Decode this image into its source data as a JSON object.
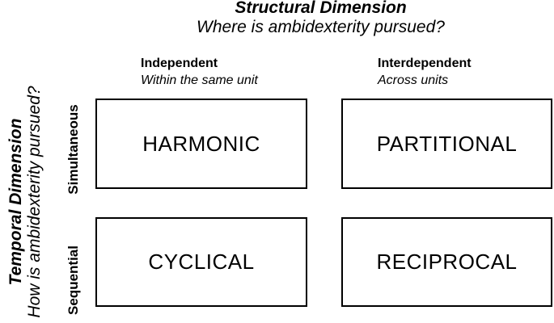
{
  "page": {
    "background_color": "#ffffff",
    "text_color": "#000000"
  },
  "top_axis": {
    "title": "Structural Dimension",
    "question": "Where is ambidexterity pursued?"
  },
  "left_axis": {
    "title": "Temporal Dimension",
    "question": "How is ambidexterity pursued?"
  },
  "columns": [
    {
      "label": "Independent",
      "sublabel": "Within the same unit"
    },
    {
      "label": "Interdependent",
      "sublabel": "Across units"
    }
  ],
  "rows": [
    {
      "label": "Simultaneous"
    },
    {
      "label": "Sequential"
    }
  ],
  "cells": [
    {
      "label": "HARMONIC",
      "row": "Simultaneous",
      "column": "Independent"
    },
    {
      "label": "PARTITIONAL",
      "row": "Simultaneous",
      "column": "Interdependent"
    },
    {
      "label": "CYCLICAL",
      "row": "Sequential",
      "column": "Independent"
    },
    {
      "label": "RECIPROCAL",
      "row": "Sequential",
      "column": "Interdependent"
    }
  ]
}
